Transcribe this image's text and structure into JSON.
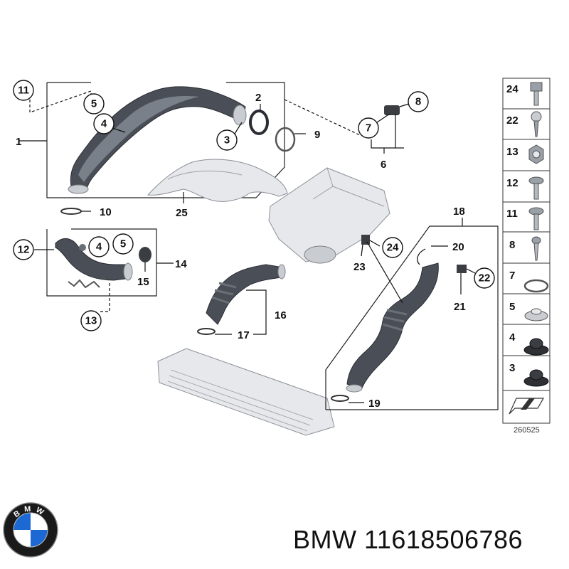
{
  "callouts": {
    "c1": "1",
    "c2": "2",
    "c3": "3",
    "c4": "4",
    "c4b": "4",
    "c5": "5",
    "c5b": "5",
    "c6": "6",
    "c7": "7",
    "c8": "8",
    "c9": "9",
    "c10": "10",
    "c11": "11",
    "c12": "12",
    "c13": "13",
    "c14": "14",
    "c15": "15",
    "c16": "16",
    "c17": "17",
    "c18": "18",
    "c19": "19",
    "c20": "20",
    "c21": "21",
    "c22": "22",
    "c23": "23",
    "c24": "24",
    "c25": "25"
  },
  "legend": {
    "items": [
      "24",
      "22",
      "13",
      "12",
      "11",
      "8",
      "7",
      "5",
      "4",
      "3"
    ]
  },
  "diagram_ref": "260525",
  "caption": {
    "brand": "BMW",
    "part_number": "11618506786"
  },
  "logo": {
    "letters": "BMW",
    "colors": {
      "blue": "#1c69d4",
      "ring": "#1a1a1a",
      "white": "#ffffff"
    }
  }
}
